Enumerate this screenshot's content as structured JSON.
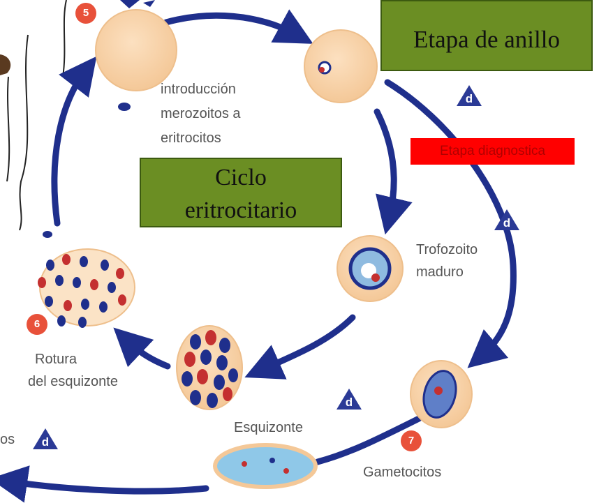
{
  "labels": {
    "ring_stage": "Etapa de anillo",
    "intro_line1": "introducción",
    "intro_line2": "merozoitos a",
    "intro_line3": "eritrocitos",
    "cycle_line1": "Ciclo",
    "cycle_line2": "eritrocitario",
    "diagnostic_stage": "Etapa diagnostica",
    "trophozoite_line1": "Trofozoito",
    "trophozoite_line2": "maduro",
    "rupture_line1": "Rotura",
    "rupture_line2": "del esquizonte",
    "schizont": "Esquizonte",
    "gametocytes": "Gametocitos",
    "partial_left": "os"
  },
  "step_numbers": {
    "s5": "5",
    "s6": "6",
    "s7": "7"
  },
  "diagnostic_marker": "d",
  "colors": {
    "arrow": "#1f2f8c",
    "cell": "#f8d2a8",
    "cell_edge": "#eebf8c",
    "box_fill": "#6b8e23",
    "diag_red": "#ff0000",
    "step_badge": "#e8513a",
    "d_marker": "#2b3a96"
  }
}
